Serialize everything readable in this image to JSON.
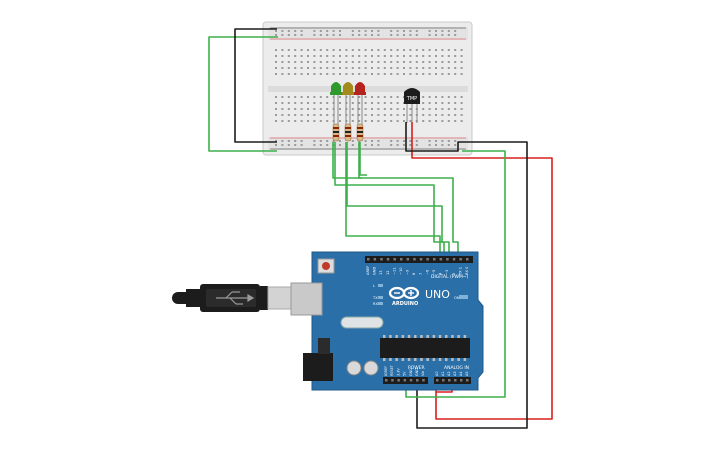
{
  "circuit": {
    "sensor_label": "TMP",
    "arduino": {
      "brand": "ARDUINO",
      "model": "UNO",
      "digital_header_label": "DIGITAL (PWM~)",
      "power_label": "POWER",
      "analog_label": "ANALOG IN",
      "tx_label": "TX",
      "rx_label": "RX",
      "l_label": "L",
      "on_label": "ON",
      "digital_pins": [
        "AREF",
        "GND",
        "13",
        "12",
        "~11",
        "~10",
        "~9",
        "8",
        "7",
        "~6",
        "~5",
        "4",
        "~3",
        "2",
        "TX 1",
        "RX 0"
      ],
      "power_pins": [
        "IOREF",
        "RESET",
        "3.3V",
        "5V",
        "GND",
        "GND",
        "Vin"
      ],
      "analog_pins": [
        "A0",
        "A1",
        "A2",
        "A3",
        "A4",
        "A5"
      ]
    },
    "leds": [
      {
        "color": "green",
        "hex": "#2e9a2e"
      },
      {
        "color": "yellow",
        "hex": "#a38a1c"
      },
      {
        "color": "red",
        "hex": "#b5231e"
      }
    ],
    "wire_colors": {
      "green": "#3db04b",
      "black": "#1c1c1c",
      "red": "#d8201d"
    },
    "board_color": "#2a6fa8"
  }
}
